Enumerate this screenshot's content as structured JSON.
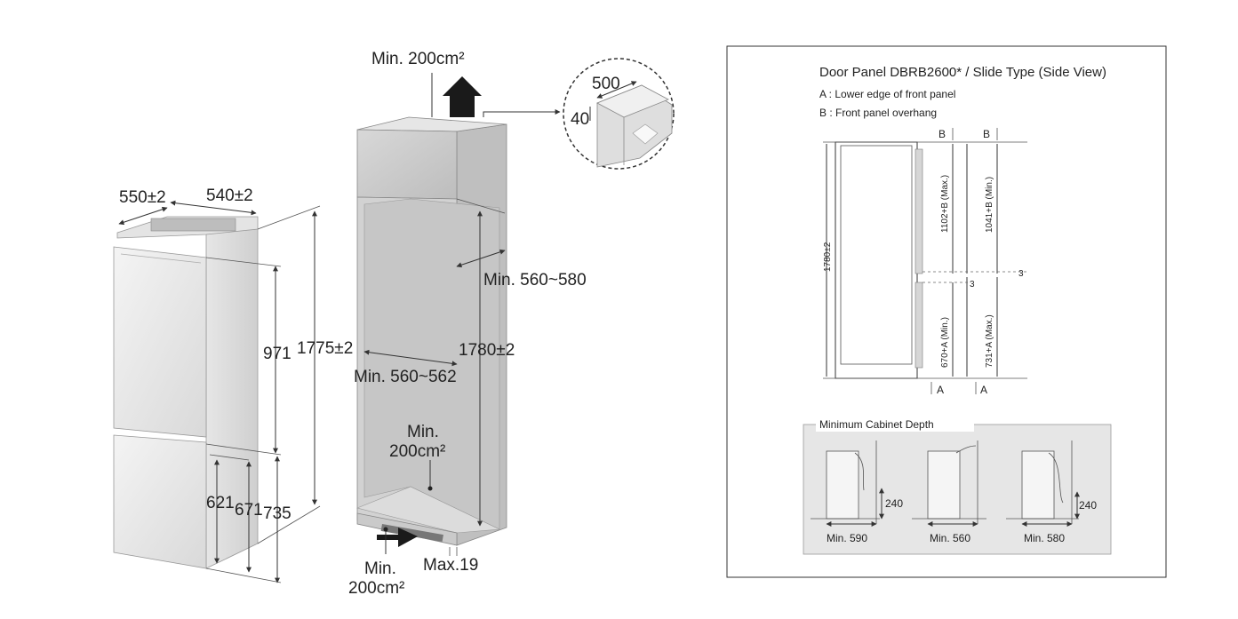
{
  "left": {
    "depth_label": "550±2",
    "width_label": "540±2",
    "height_label": "1775±2",
    "fridge_door_label": "971",
    "freezer_door_label": "621",
    "freezer_mid_label": "671",
    "freezer_total_label": "735"
  },
  "middle": {
    "top_vent_label": "Min. 200cm²",
    "detail_width_label": "500",
    "detail_depth_label": "40",
    "cabinet_depth_label": "Min. 560~580",
    "cabinet_width_label": "Min. 560~562",
    "cabinet_height_label": "1780±2",
    "mid_vent_label_1": "Min.",
    "mid_vent_label_2": "200cm²",
    "bottom_vent_label_1": "Min.",
    "bottom_vent_label_2": "200cm²",
    "max_gap_label": "Max.19"
  },
  "panel": {
    "title": "Door Panel DBRB2600* / Slide Type (Side View)",
    "legend_a": "A : Lower edge of front panel",
    "legend_b": "B : Front panel overhang",
    "b_label_1": "B",
    "b_label_2": "B",
    "a_label_1": "A",
    "a_label_2": "A",
    "total_height": "1780±2",
    "upper_max": "1102+B (Max.)",
    "upper_min": "1041+B (Min.)",
    "lower_min": "670+A (Min.)",
    "lower_max": "731+A (Max.)",
    "gap_1": "3",
    "gap_2": "3",
    "depth_box_title": "Minimum Cabinet Depth",
    "depth_1": "Min. 590",
    "depth_2": "Min. 560",
    "depth_3": "Min. 580",
    "height_1": "240",
    "height_2": "240"
  }
}
